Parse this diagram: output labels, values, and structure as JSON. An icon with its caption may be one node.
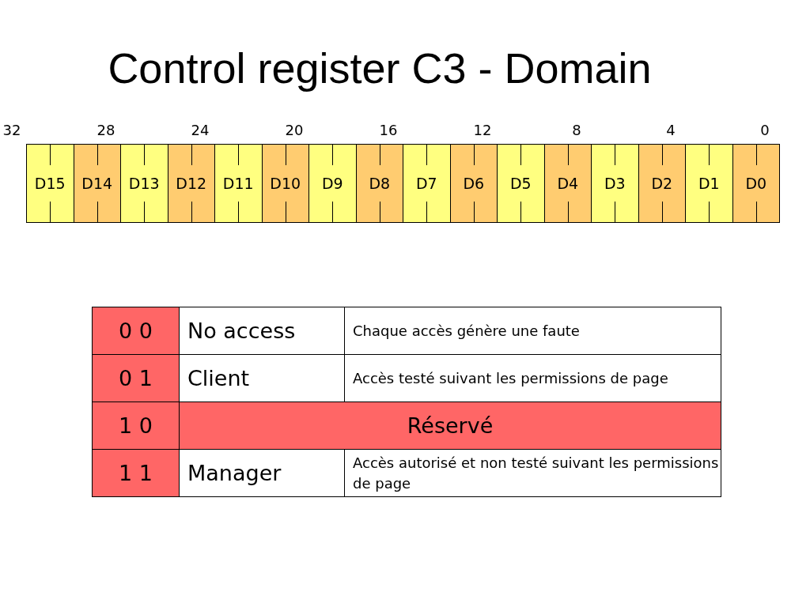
{
  "diagram": {
    "title": "Control register C3 - Domain",
    "nodes": [
      {
        "text": [
          "D15"
        ]
      },
      {
        "text": [
          "D14"
        ]
      },
      {
        "text": [
          "D13"
        ]
      },
      {
        "text": [
          "D12"
        ]
      },
      {
        "text": [
          "D11"
        ]
      },
      {
        "text": [
          "D10"
        ]
      },
      {
        "text": [
          "D9"
        ]
      },
      {
        "text": [
          "D8"
        ]
      },
      {
        "text": [
          "D7"
        ]
      },
      {
        "text": [
          "D6"
        ]
      },
      {
        "text": [
          "D5"
        ]
      },
      {
        "text": [
          "D4"
        ]
      },
      {
        "text": [
          "D3"
        ]
      },
      {
        "text": [
          "D2"
        ]
      },
      {
        "text": [
          "D1"
        ]
      },
      {
        "text": [
          "D0"
        ]
      }
    ],
    "edges": [],
    "labels": [
      "32",
      "28",
      "24",
      "20",
      "16",
      "12",
      "8",
      "4",
      "0",
      "0 0",
      "No access",
      "Chaque accès génère une faute",
      "0 1",
      "Client",
      "Accès testé suivant les permissions de page",
      "1 0",
      "Réservé",
      "1 1",
      "Manager",
      "Accès autorisé et non testé suivant les permissions de page"
    ]
  }
}
